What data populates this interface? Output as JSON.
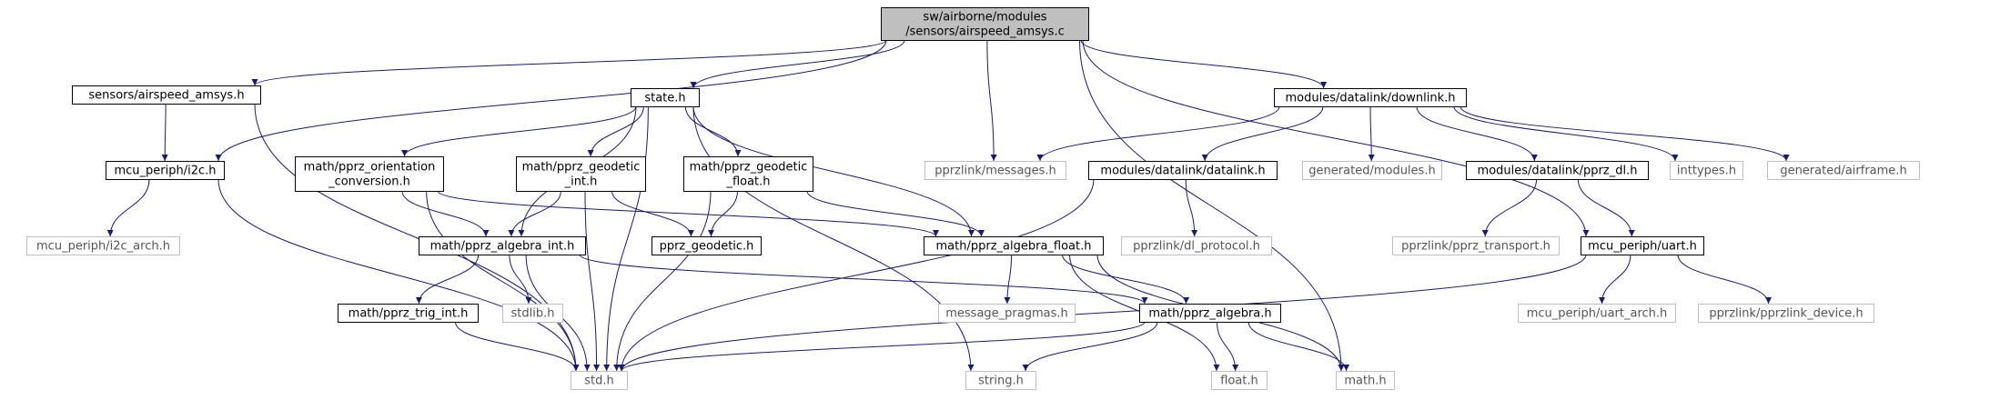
{
  "colors": {
    "edge": "#191970",
    "root_fill": "#bfbfbf",
    "node_border": "#000000",
    "ext_border": "#bfbfbf",
    "text": "#000000",
    "ext_text": "#555555"
  },
  "nodes": [
    {
      "id": "root",
      "lines": [
        "sw/airborne/modules",
        "/sensors/airspeed_amsys.c"
      ],
      "kind": "root"
    },
    {
      "id": "airspeed_amsys_h",
      "lines": [
        "sensors/airspeed_amsys.h"
      ],
      "kind": "normal"
    },
    {
      "id": "state_h",
      "lines": [
        "state.h"
      ],
      "kind": "normal"
    },
    {
      "id": "downlink_h",
      "lines": [
        "modules/datalink/downlink.h"
      ],
      "kind": "normal"
    },
    {
      "id": "i2c_h",
      "lines": [
        "mcu_periph/i2c.h"
      ],
      "kind": "normal"
    },
    {
      "id": "orientation_h",
      "lines": [
        "math/pprz_orientation",
        "_conversion.h"
      ],
      "kind": "normal"
    },
    {
      "id": "geodetic_int_h",
      "lines": [
        "math/pprz_geodetic",
        "_int.h"
      ],
      "kind": "normal"
    },
    {
      "id": "geodetic_float_h",
      "lines": [
        "math/pprz_geodetic",
        "_float.h"
      ],
      "kind": "normal"
    },
    {
      "id": "messages_h",
      "lines": [
        "pprzlink/messages.h"
      ],
      "kind": "external"
    },
    {
      "id": "datalink_h",
      "lines": [
        "modules/datalink/datalink.h"
      ],
      "kind": "normal"
    },
    {
      "id": "gen_modules_h",
      "lines": [
        "generated/modules.h"
      ],
      "kind": "external"
    },
    {
      "id": "pprz_dl_h",
      "lines": [
        "modules/datalink/pprz_dl.h"
      ],
      "kind": "normal"
    },
    {
      "id": "inttypes_h",
      "lines": [
        "inttypes.h"
      ],
      "kind": "external"
    },
    {
      "id": "airframe_h",
      "lines": [
        "generated/airframe.h"
      ],
      "kind": "external"
    },
    {
      "id": "i2c_arch_h",
      "lines": [
        "mcu_periph/i2c_arch.h"
      ],
      "kind": "external"
    },
    {
      "id": "algebra_int_h",
      "lines": [
        "math/pprz_algebra_int.h"
      ],
      "kind": "normal"
    },
    {
      "id": "geodetic_h",
      "lines": [
        "pprz_geodetic.h"
      ],
      "kind": "normal"
    },
    {
      "id": "algebra_float_h",
      "lines": [
        "math/pprz_algebra_float.h"
      ],
      "kind": "normal"
    },
    {
      "id": "dl_protocol_h",
      "lines": [
        "pprzlink/dl_protocol.h"
      ],
      "kind": "external"
    },
    {
      "id": "pprz_transport_h",
      "lines": [
        "pprzlink/pprz_transport.h"
      ],
      "kind": "external"
    },
    {
      "id": "uart_h",
      "lines": [
        "mcu_periph/uart.h"
      ],
      "kind": "normal"
    },
    {
      "id": "trig_int_h",
      "lines": [
        "math/pprz_trig_int.h"
      ],
      "kind": "normal"
    },
    {
      "id": "stdlib_h",
      "lines": [
        "stdlib.h"
      ],
      "kind": "external"
    },
    {
      "id": "msg_pragmas_h",
      "lines": [
        "message_pragmas.h"
      ],
      "kind": "external"
    },
    {
      "id": "algebra_h",
      "lines": [
        "math/pprz_algebra.h"
      ],
      "kind": "normal"
    },
    {
      "id": "uart_arch_h",
      "lines": [
        "mcu_periph/uart_arch.h"
      ],
      "kind": "external"
    },
    {
      "id": "pprzlink_device_h",
      "lines": [
        "pprzlink/pprzlink_device.h"
      ],
      "kind": "external"
    },
    {
      "id": "std_h",
      "lines": [
        "std.h"
      ],
      "kind": "external"
    },
    {
      "id": "string_h",
      "lines": [
        "string.h"
      ],
      "kind": "external"
    },
    {
      "id": "float_h",
      "lines": [
        "float.h"
      ],
      "kind": "external"
    },
    {
      "id": "math_h",
      "lines": [
        "math.h"
      ],
      "kind": "external"
    }
  ],
  "edges": [
    [
      "root",
      "airspeed_amsys_h"
    ],
    [
      "root",
      "state_h"
    ],
    [
      "root",
      "i2c_h"
    ],
    [
      "root",
      "messages_h"
    ],
    [
      "root",
      "downlink_h"
    ],
    [
      "root",
      "uart_h"
    ],
    [
      "root",
      "math_h"
    ],
    [
      "airspeed_amsys_h",
      "i2c_h"
    ],
    [
      "airspeed_amsys_h",
      "std_h"
    ],
    [
      "i2c_h",
      "i2c_arch_h"
    ],
    [
      "i2c_h",
      "std_h"
    ],
    [
      "state_h",
      "std_h"
    ],
    [
      "state_h",
      "orientation_h"
    ],
    [
      "state_h",
      "algebra_int_h"
    ],
    [
      "state_h",
      "geodetic_int_h"
    ],
    [
      "state_h",
      "geodetic_float_h"
    ],
    [
      "state_h",
      "algebra_float_h"
    ],
    [
      "state_h",
      "string_h"
    ],
    [
      "orientation_h",
      "algebra_int_h"
    ],
    [
      "orientation_h",
      "algebra_float_h"
    ],
    [
      "orientation_h",
      "std_h"
    ],
    [
      "geodetic_int_h",
      "algebra_int_h"
    ],
    [
      "geodetic_int_h",
      "geodetic_h"
    ],
    [
      "geodetic_int_h",
      "std_h"
    ],
    [
      "geodetic_float_h",
      "geodetic_h"
    ],
    [
      "geodetic_float_h",
      "algebra_float_h"
    ],
    [
      "geodetic_float_h",
      "std_h"
    ],
    [
      "algebra_int_h",
      "trig_int_h"
    ],
    [
      "algebra_int_h",
      "stdlib_h"
    ],
    [
      "algebra_int_h",
      "std_h"
    ],
    [
      "algebra_int_h",
      "algebra_h"
    ],
    [
      "trig_int_h",
      "std_h"
    ],
    [
      "algebra_float_h",
      "msg_pragmas_h"
    ],
    [
      "algebra_float_h",
      "algebra_h"
    ],
    [
      "algebra_float_h",
      "float_h"
    ],
    [
      "algebra_float_h",
      "math_h"
    ],
    [
      "algebra_h",
      "std_h"
    ],
    [
      "algebra_h",
      "string_h"
    ],
    [
      "algebra_h",
      "float_h"
    ],
    [
      "algebra_h",
      "math_h"
    ],
    [
      "downlink_h",
      "messages_h"
    ],
    [
      "downlink_h",
      "datalink_h"
    ],
    [
      "downlink_h",
      "gen_modules_h"
    ],
    [
      "downlink_h",
      "pprz_dl_h"
    ],
    [
      "downlink_h",
      "inttypes_h"
    ],
    [
      "downlink_h",
      "airframe_h"
    ],
    [
      "datalink_h",
      "dl_protocol_h"
    ],
    [
      "datalink_h",
      "std_h"
    ],
    [
      "pprz_dl_h",
      "pprz_transport_h"
    ],
    [
      "pprz_dl_h",
      "uart_h"
    ],
    [
      "uart_h",
      "uart_arch_h"
    ],
    [
      "uart_h",
      "pprzlink_device_h"
    ],
    [
      "uart_h",
      "std_h"
    ]
  ]
}
